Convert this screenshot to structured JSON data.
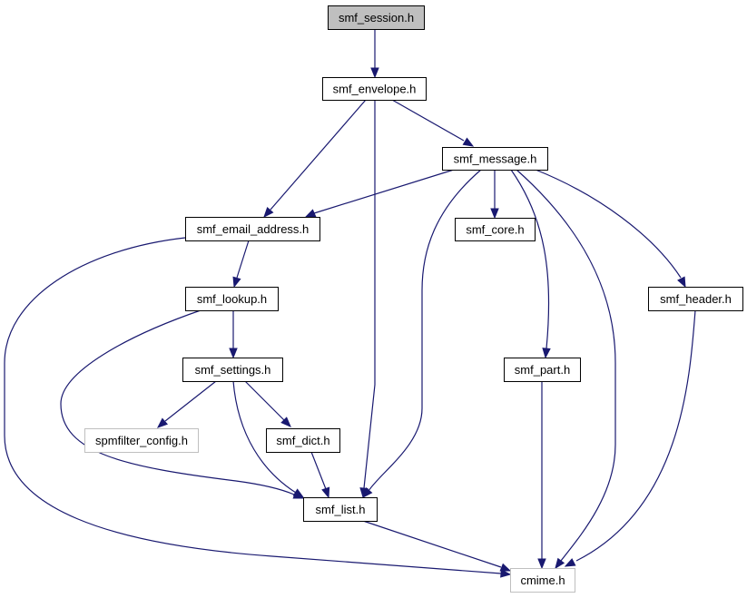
{
  "graph": {
    "colors": {
      "edge": "#191970",
      "root_fill": "#bfbfbf",
      "external_border": "#bfbfbf"
    },
    "nodes": [
      {
        "id": "smf_session",
        "label": "smf_session.h",
        "kind": "root"
      },
      {
        "id": "smf_envelope",
        "label": "smf_envelope.h",
        "kind": "normal"
      },
      {
        "id": "smf_message",
        "label": "smf_message.h",
        "kind": "normal"
      },
      {
        "id": "smf_email_address",
        "label": "smf_email_address.h",
        "kind": "normal"
      },
      {
        "id": "smf_core",
        "label": "smf_core.h",
        "kind": "normal"
      },
      {
        "id": "smf_lookup",
        "label": "smf_lookup.h",
        "kind": "normal"
      },
      {
        "id": "smf_header",
        "label": "smf_header.h",
        "kind": "normal"
      },
      {
        "id": "smf_settings",
        "label": "smf_settings.h",
        "kind": "normal"
      },
      {
        "id": "smf_part",
        "label": "smf_part.h",
        "kind": "normal"
      },
      {
        "id": "spmfilter_config",
        "label": "spmfilter_config.h",
        "kind": "external"
      },
      {
        "id": "smf_dict",
        "label": "smf_dict.h",
        "kind": "normal"
      },
      {
        "id": "smf_list",
        "label": "smf_list.h",
        "kind": "normal"
      },
      {
        "id": "cmime",
        "label": "cmime.h",
        "kind": "external"
      }
    ],
    "edges": [
      {
        "from": "smf_session",
        "to": "smf_envelope"
      },
      {
        "from": "smf_envelope",
        "to": "smf_message"
      },
      {
        "from": "smf_envelope",
        "to": "smf_email_address"
      },
      {
        "from": "smf_envelope",
        "to": "smf_list"
      },
      {
        "from": "smf_message",
        "to": "smf_email_address"
      },
      {
        "from": "smf_message",
        "to": "smf_core"
      },
      {
        "from": "smf_message",
        "to": "smf_list"
      },
      {
        "from": "smf_message",
        "to": "smf_part"
      },
      {
        "from": "smf_message",
        "to": "cmime"
      },
      {
        "from": "smf_message",
        "to": "smf_header"
      },
      {
        "from": "smf_email_address",
        "to": "smf_lookup"
      },
      {
        "from": "smf_email_address",
        "to": "cmime"
      },
      {
        "from": "smf_lookup",
        "to": "smf_settings"
      },
      {
        "from": "smf_lookup",
        "to": "smf_list"
      },
      {
        "from": "smf_settings",
        "to": "spmfilter_config"
      },
      {
        "from": "smf_settings",
        "to": "smf_dict"
      },
      {
        "from": "smf_settings",
        "to": "smf_list"
      },
      {
        "from": "smf_dict",
        "to": "smf_list"
      },
      {
        "from": "smf_list",
        "to": "cmime"
      },
      {
        "from": "smf_part",
        "to": "cmime"
      },
      {
        "from": "smf_header",
        "to": "cmime"
      }
    ]
  }
}
